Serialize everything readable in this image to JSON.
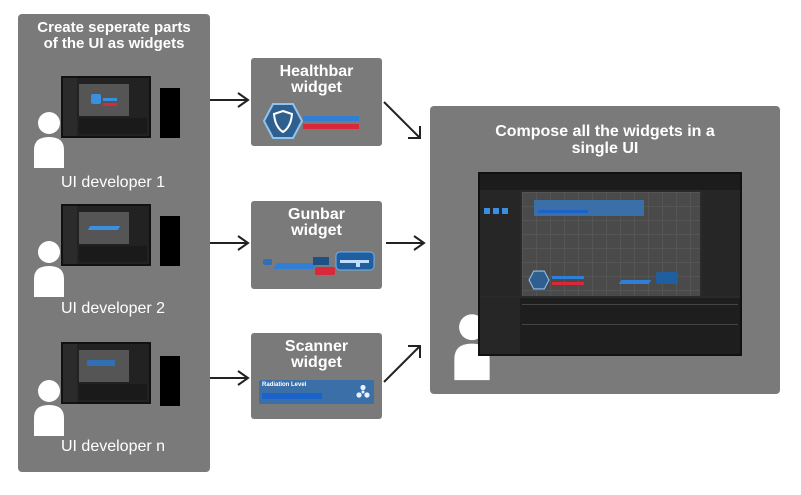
{
  "left_panel": {
    "title_line1": "Create seperate parts",
    "title_line2": "of the UI as widgets",
    "developers": [
      "UI developer 1",
      "UI developer 2",
      "UI developer n"
    ]
  },
  "widgets": {
    "healthbar_line1": "Healthbar",
    "healthbar_line2": "widget",
    "gunbar_line1": "Gunbar",
    "gunbar_line2": "widget",
    "scanner_line1": "Scanner",
    "scanner_line2": "widget",
    "scanner_label": "Radiation Level"
  },
  "right_panel": {
    "title_line1": "Compose all the widgets in a",
    "title_line2": "single UI"
  },
  "colors": {
    "panel": "#7a7a7a",
    "accent_blue": "#2f7fd6",
    "health_red": "#d8283a"
  }
}
